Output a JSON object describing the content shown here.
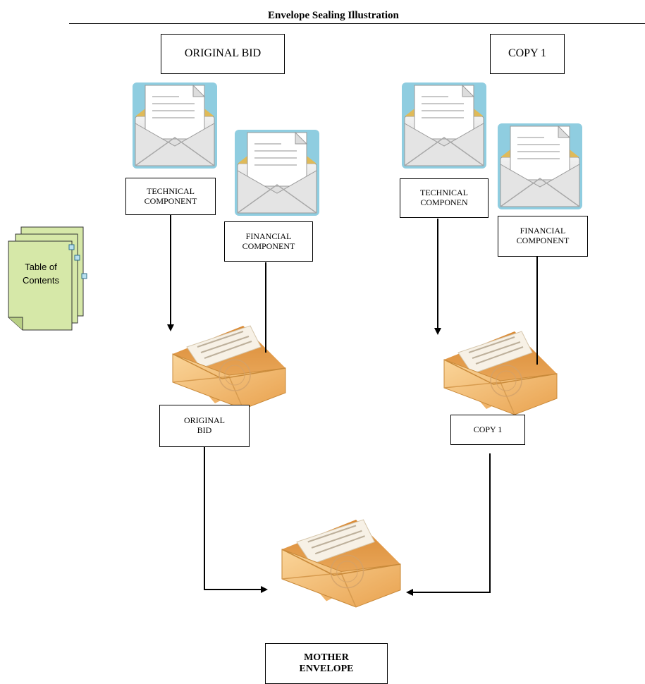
{
  "title": "Envelope Sealing Illustration",
  "headers": {
    "original": "ORIGINAL BID",
    "copy": "COPY 1"
  },
  "left": {
    "technical": "TECHNICAL\nCOMPONENT",
    "financial": "FINANCIAL\nCOMPONENT",
    "sealed": "ORIGINAL\nBID"
  },
  "right": {
    "technical": "TECHNICAL\nCOMPONEN",
    "financial": "FINANCIAL\nCOMPONENT",
    "sealed": "COPY 1"
  },
  "mother": "MOTHER\nENVELOPE",
  "toc": {
    "line1": "Table of",
    "line2": "Contents"
  },
  "colors": {
    "open_envelope_border": "#8fcde0",
    "sealed_envelope": "#f4b968",
    "toc_fill": "#d6e8a8"
  }
}
